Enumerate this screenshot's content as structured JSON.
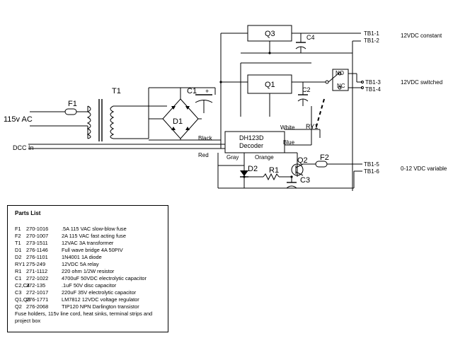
{
  "labels": {
    "q3": "Q3",
    "q1": "Q1",
    "q2": "Q2",
    "c1": "C1",
    "c2": "C2",
    "c3": "C3",
    "c4": "C4",
    "plus": "+",
    "t1": "T1",
    "f1": "F1",
    "f2": "F2",
    "d1": "D1",
    "d2": "D2",
    "r1": "R1",
    "ry1": "RY1",
    "no": "NO",
    "nc": "NC",
    "ac_in": "115v AC",
    "dcc_in": "DCC In",
    "black": "Black",
    "red": "Red",
    "white": "White",
    "blue": "Blue",
    "gray": "Gray",
    "orange": "Orange",
    "decoder_line1": "DH123D",
    "decoder_line2": "Decoder",
    "tb1_1": "TB1-1",
    "tb1_2": "TB1-2",
    "tb1_3": "TB1-3",
    "tb1_4": "TB1-4",
    "tb1_5": "TB1-5",
    "tb1_6": "TB1-6",
    "out_constant": "12VDC constant",
    "out_switched": "12VDC switched",
    "out_variable": "0-12 VDC variable"
  },
  "parts": {
    "title": "Parts List",
    "items": [
      {
        "ref": "F1",
        "num": "270-1016",
        "desc": ".5A 115 VAC slow-blow fuse"
      },
      {
        "ref": "F2",
        "num": "270-1007",
        "desc": "2A 115 VAC fast acting fuse"
      },
      {
        "ref": "T1",
        "num": "273-1511",
        "desc": "12VAC 3A transformer"
      },
      {
        "ref": "D1",
        "num": "276-1146",
        "desc": "Full wave bridge 4A 50PIV"
      },
      {
        "ref": "D2",
        "num": "276-1101",
        "desc": "1N4001 1A diode"
      },
      {
        "ref": "RY1",
        "num": "275-249",
        "desc": "12VDC 5A relay"
      },
      {
        "ref": "R1",
        "num": "271-1112",
        "desc": "220 ohm 1/2W resistor"
      },
      {
        "ref": "C1",
        "num": "272-1022",
        "desc": "4700uF 50VDC electrolytic capacitor"
      },
      {
        "ref": "C2,C4",
        "num": "272-135",
        "desc": ".1uF 50V disc capacitor"
      },
      {
        "ref": "C3",
        "num": "272-1017",
        "desc": "220uF 35V electrolytic capacitor"
      },
      {
        "ref": "Q1,Q3",
        "num": "276-1771",
        "desc": "LM7812 12VDC voltage regulator"
      },
      {
        "ref": "Q2",
        "num": "276-2068",
        "desc": "TIP120 NPN Darlington transistor"
      }
    ],
    "footer": "Fuse holders, 115v line cord, heat sinks, terminal strips and project box"
  }
}
